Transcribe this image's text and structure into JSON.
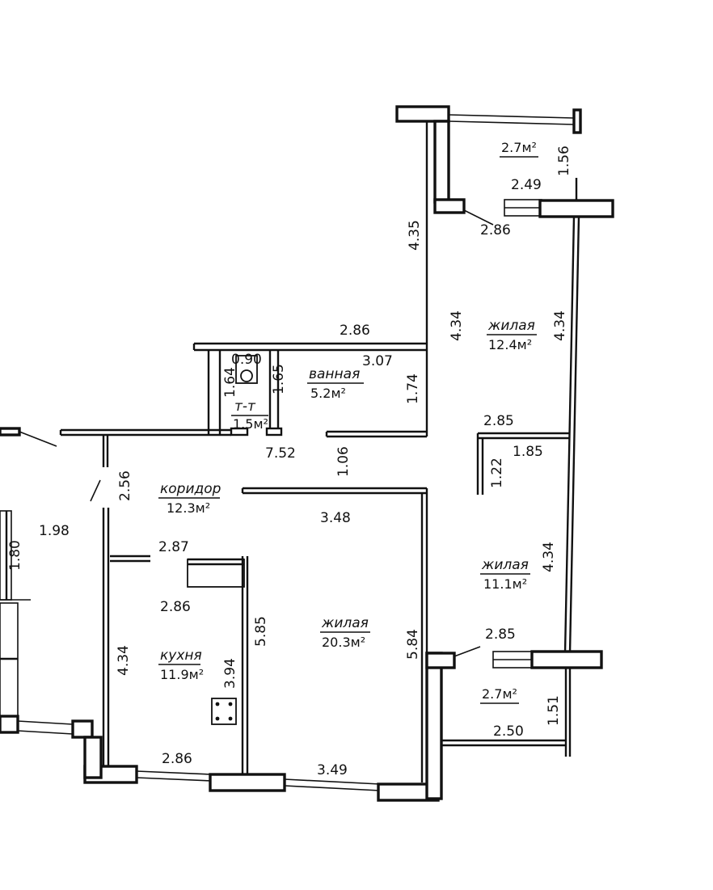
{
  "rooms": [
    {
      "id": "balcony-top",
      "name": "",
      "area": "2.7м²"
    },
    {
      "id": "living-1",
      "name": "жилая",
      "area": "12.4м²"
    },
    {
      "id": "bath",
      "name": "ванная",
      "area": "5.2м²"
    },
    {
      "id": "wc",
      "name": "т-т",
      "area": "1.5м²"
    },
    {
      "id": "corridor",
      "name": "коридор",
      "area": "12.3м²"
    },
    {
      "id": "living-2",
      "name": "жилая",
      "area": "11.1м²"
    },
    {
      "id": "living-3",
      "name": "жилая",
      "area": "20.3м²"
    },
    {
      "id": "kitchen",
      "name": "кухня",
      "area": "11.9м²"
    },
    {
      "id": "balcony-bottom",
      "name": "",
      "area": "2.7м²"
    }
  ],
  "dimensions": [
    "1.56",
    "2.49",
    "2.86",
    "4.35",
    "4.34",
    "4.34",
    "2.86",
    "3.07",
    "0.90",
    "1.64",
    "1.65",
    "1.74",
    "7.52",
    "1.06",
    "2.85",
    "1.85",
    "1.22",
    "2.56",
    "1.98",
    "1.80",
    "3.48",
    "2.87",
    "2.86",
    "5.85",
    "4.34",
    "3.94",
    "5.84",
    "2.85",
    "4.34",
    "1.51",
    "2.50",
    "2.86",
    "3.49"
  ]
}
